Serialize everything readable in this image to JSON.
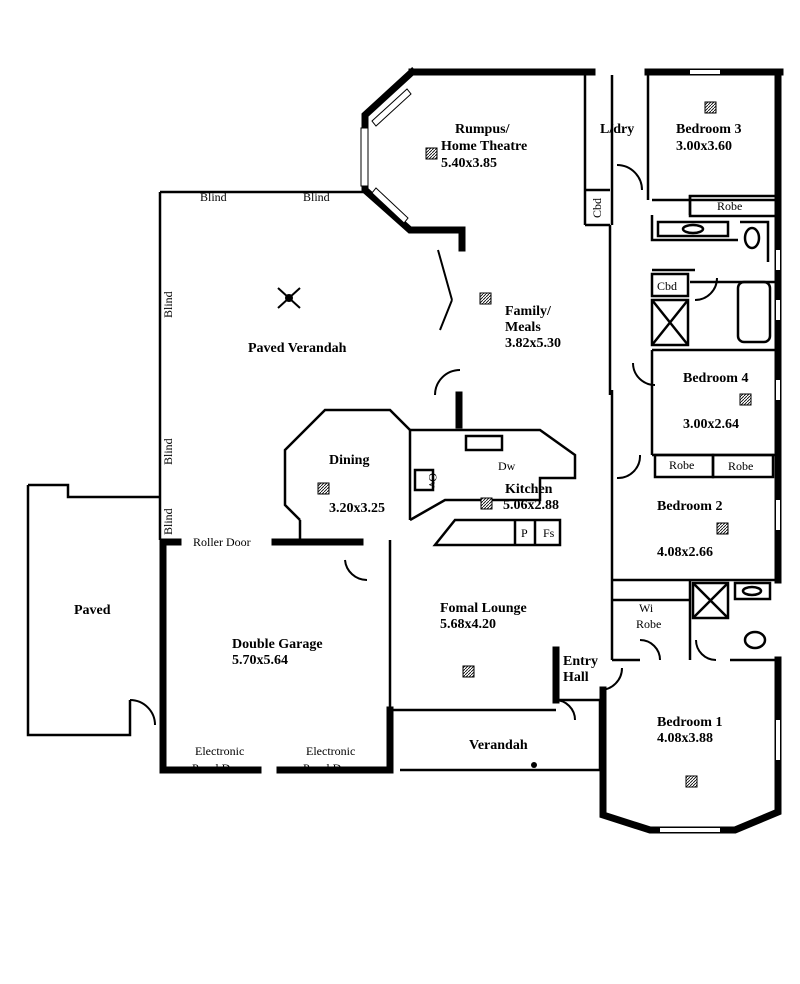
{
  "rooms": {
    "rumpus_1": "Rumpus/",
    "rumpus_2": "Home Theatre",
    "rumpus_dim": "5.40x3.85",
    "laundry": "L/dry",
    "bed3": "Bedroom 3",
    "bed3_dim": "3.00x3.60",
    "family_1": "Family/",
    "family_2": "Meals",
    "family_dim": "3.82x5.30",
    "verandah_paved": "Paved Verandah",
    "bed4": "Bedroom 4",
    "bed4_dim": "3.00x2.64",
    "dining": "Dining",
    "dining_dim": "3.20x3.25",
    "kitchen": "Kitchen",
    "kitchen_dim": "5.06x2.88",
    "bed2": "Bedroom 2",
    "bed2_dim": "4.08x2.66",
    "paved": "Paved",
    "garage": "Double Garage",
    "garage_dim": "5.70x5.64",
    "lounge": "Fomal Lounge",
    "lounge_dim": "5.68x4.20",
    "entry_1": "Entry",
    "entry_2": "Hall",
    "bed1": "Bedroom 1",
    "bed1_dim": "4.08x3.88",
    "verandah": "Verandah"
  },
  "fixtures": {
    "robe": "Robe",
    "cbd": "Cbd",
    "wi": "Wi",
    "dw": "Dw",
    "ov": "Ov",
    "pantry": "P",
    "fridge": "Fs",
    "blind": "Blind",
    "roller_door": "Roller Door",
    "electronic": "Electronic",
    "panel_door": "Panel Door"
  }
}
